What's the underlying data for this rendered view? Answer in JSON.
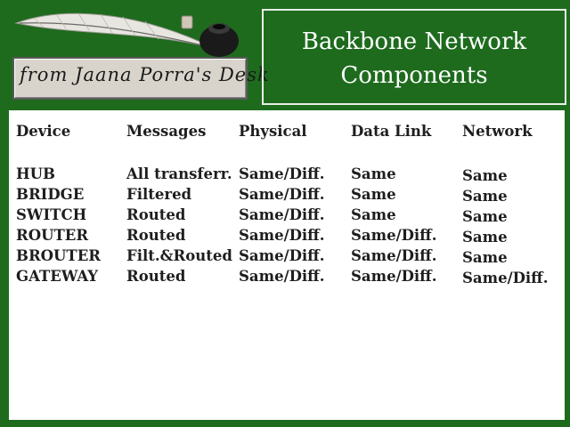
{
  "banner": {
    "text": "from Jaana Porra's Desk"
  },
  "icons": {
    "feather": "quill-feather-icon",
    "inkwell": "inkwell-icon"
  },
  "title": {
    "line1": "Backbone Network",
    "line2": "Components"
  },
  "colors": {
    "background": "#1e6b1e",
    "panel": "#ffffff",
    "text": "#1e1e1e",
    "title": "#ffffff"
  },
  "table": {
    "headers": [
      "Device",
      "Messages",
      "Physical",
      "Data Link",
      "Network"
    ],
    "rows": [
      [
        "HUB",
        "All transferr.",
        "Same/Diff.",
        "Same",
        "Same"
      ],
      [
        "BRIDGE",
        "Filtered",
        "Same/Diff.",
        "Same",
        "Same"
      ],
      [
        "SWITCH",
        "Routed",
        "Same/Diff.",
        "Same",
        "Same"
      ],
      [
        "ROUTER",
        "Routed",
        "Same/Diff.",
        "Same/Diff.",
        "Same"
      ],
      [
        "BROUTER",
        "Filt.&Routed",
        "Same/Diff.",
        "Same/Diff.",
        "Same"
      ],
      [
        "GATEWAY",
        "Routed",
        "Same/Diff.",
        "Same/Diff.",
        "Same/Diff."
      ]
    ]
  }
}
